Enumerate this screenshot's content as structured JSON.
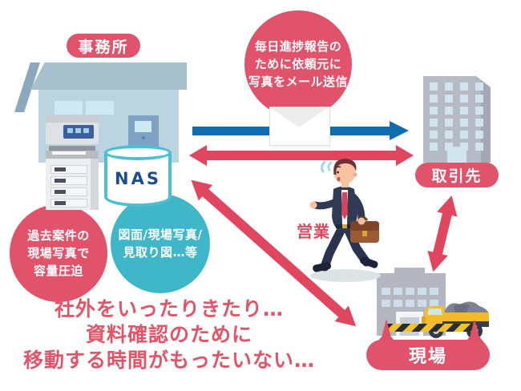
{
  "scene": {
    "office": {
      "label": "事務所"
    },
    "client": {
      "label": "取引先"
    },
    "site": {
      "label": "現場"
    },
    "nas": {
      "label": "NAS"
    },
    "salesman": {
      "label": "営業"
    }
  },
  "bubbles": {
    "email_report": {
      "lines": [
        "毎日進捗報告の",
        "ために依頼元に",
        "写真をメール送信"
      ]
    },
    "capacity": {
      "lines": [
        "過去案件の",
        "現場写真で",
        "容量圧迫"
      ]
    },
    "stored_files": {
      "lines": [
        "図面/現場写真/",
        "見取り図…等"
      ]
    }
  },
  "bottom_message": {
    "lines": [
      "社外をいったりきたり…",
      "資料確認のために",
      "移動する時間がもったいない…"
    ]
  },
  "icons": {
    "envelope": "white mail envelope",
    "copier": "multifunction office copier",
    "nas_cylinder": "NAS storage cylinder",
    "office_building": "light blue office building",
    "client_building": "gray high-rise building",
    "site_building": "gray worksite building",
    "dump_truck": "yellow dump truck with gravel",
    "traffic_cones": "red traffic cones with striped bar",
    "salesman": "walking businessman with briefcase",
    "sweat": "blue sweat puff"
  },
  "colors": {
    "rose": "#e0536a",
    "arrow_red": "#e0475f",
    "arrow_blue": "#0f6cad",
    "teal": "#3fb7c9",
    "message_text": "#e25467",
    "nas_text": "#1b4e8e"
  }
}
